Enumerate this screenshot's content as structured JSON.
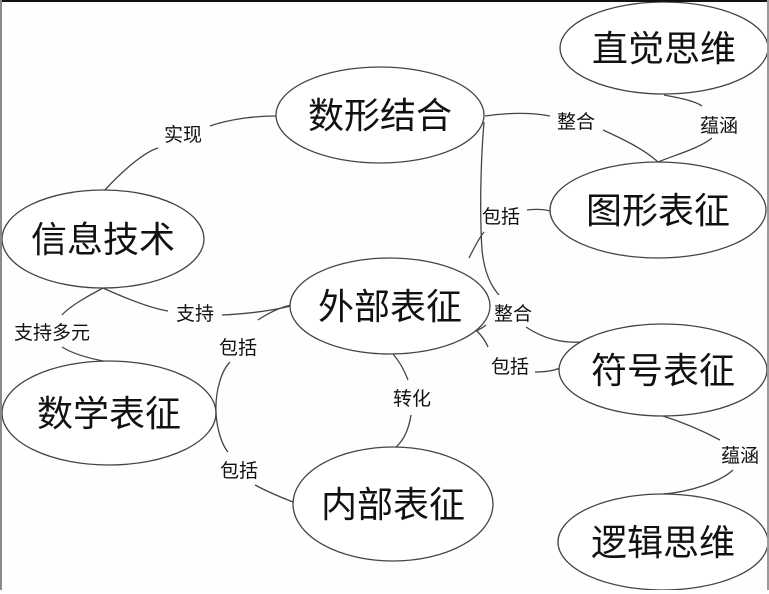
{
  "diagram": {
    "type": "concept-map",
    "nodes": [
      {
        "id": "shuxing_jiehe",
        "label": "数形结合"
      },
      {
        "id": "zhijue_siwei",
        "label": "直觉思维"
      },
      {
        "id": "xinxi_jishu",
        "label": "信息技术"
      },
      {
        "id": "tuxing_biaozheng",
        "label": "图形表征"
      },
      {
        "id": "waibu_biaozheng",
        "label": "外部表征"
      },
      {
        "id": "fuhao_biaozheng",
        "label": "符号表征"
      },
      {
        "id": "shuxue_biaozheng",
        "label": "数学表征"
      },
      {
        "id": "neibu_biaozheng",
        "label": "内部表征"
      },
      {
        "id": "luoji_siwei",
        "label": "逻辑思维"
      }
    ],
    "edges": [
      {
        "id": "e1",
        "from": "xinxi_jishu",
        "to": "shuxing_jiehe",
        "label": "实现"
      },
      {
        "id": "e2",
        "from": "shuxing_jiehe",
        "to": "tuxing_biaozheng",
        "label": "整合"
      },
      {
        "id": "e3",
        "from": "tuxing_biaozheng",
        "to": "zhijue_siwei",
        "label": "蕴涵"
      },
      {
        "id": "e4",
        "from": "waibu_biaozheng",
        "to": "tuxing_biaozheng",
        "label": "包括"
      },
      {
        "id": "e5",
        "from": "xinxi_jishu",
        "to": "waibu_biaozheng",
        "label": "支持"
      },
      {
        "id": "e6",
        "from": "shuxing_jiehe",
        "to": "fuhao_biaozheng",
        "label": "整合"
      },
      {
        "id": "e7",
        "from": "waibu_biaozheng",
        "to": "fuhao_biaozheng",
        "label": "包括"
      },
      {
        "id": "e8",
        "from": "xinxi_jishu",
        "to": "shuxue_biaozheng",
        "label": "支持多元"
      },
      {
        "id": "e9",
        "from": "shuxue_biaozheng",
        "to": "waibu_biaozheng",
        "label": "包括"
      },
      {
        "id": "e10",
        "from": "waibu_biaozheng",
        "to": "neibu_biaozheng",
        "label": "转化"
      },
      {
        "id": "e11",
        "from": "shuxue_biaozheng",
        "to": "neibu_biaozheng",
        "label": "包括"
      },
      {
        "id": "e12",
        "from": "fuhao_biaozheng",
        "to": "luoji_siwei",
        "label": "蕴涵"
      }
    ]
  }
}
